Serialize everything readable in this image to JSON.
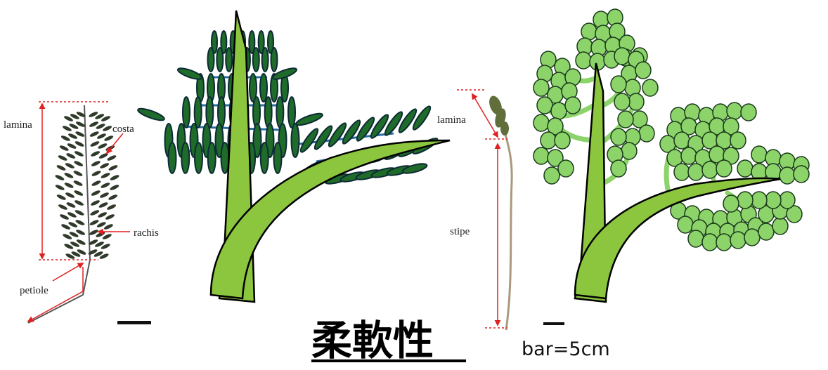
{
  "labels_left": {
    "lamina": "lamina",
    "costa": "costa",
    "rachis": "rachis",
    "petiole": "petiole"
  },
  "labels_right": {
    "lamina": "lamina",
    "stipe": "stipe"
  },
  "title": "柔軟性",
  "scale_text": "bar=5cm",
  "colors": {
    "stem_green": "#8cc63f",
    "dark_leaf": "#1e6b2a",
    "leaf_outline": "#0d2a35",
    "light_leaflet": "#8cd36a",
    "annotation_red": "#e02020"
  }
}
